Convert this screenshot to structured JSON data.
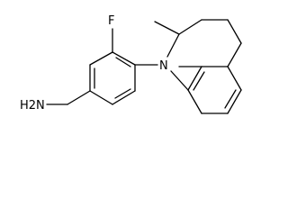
{
  "molecule": {
    "atoms": {
      "fluorine": "F",
      "nitrogen": "N",
      "amine": "H2N"
    }
  },
  "colors": {
    "bond": "#000000",
    "background": "#ffffff"
  }
}
